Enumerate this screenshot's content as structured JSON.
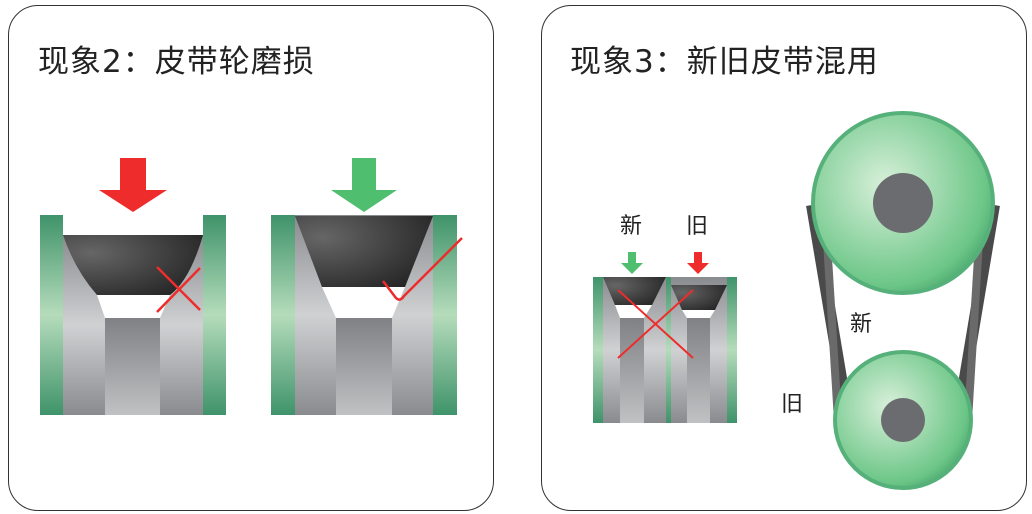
{
  "left_panel": {
    "title": "现象2：皮带轮磨损"
  },
  "right_panel": {
    "title": "现象3：新旧皮带混用",
    "small_label_new": "新",
    "small_label_old": "旧",
    "large_label_new": "新",
    "large_label_old": "旧"
  },
  "colors": {
    "bad": "#ee2c2c",
    "good": "#4fbf6f",
    "flange": "#3f936a",
    "belt": "#3a3a3a"
  }
}
